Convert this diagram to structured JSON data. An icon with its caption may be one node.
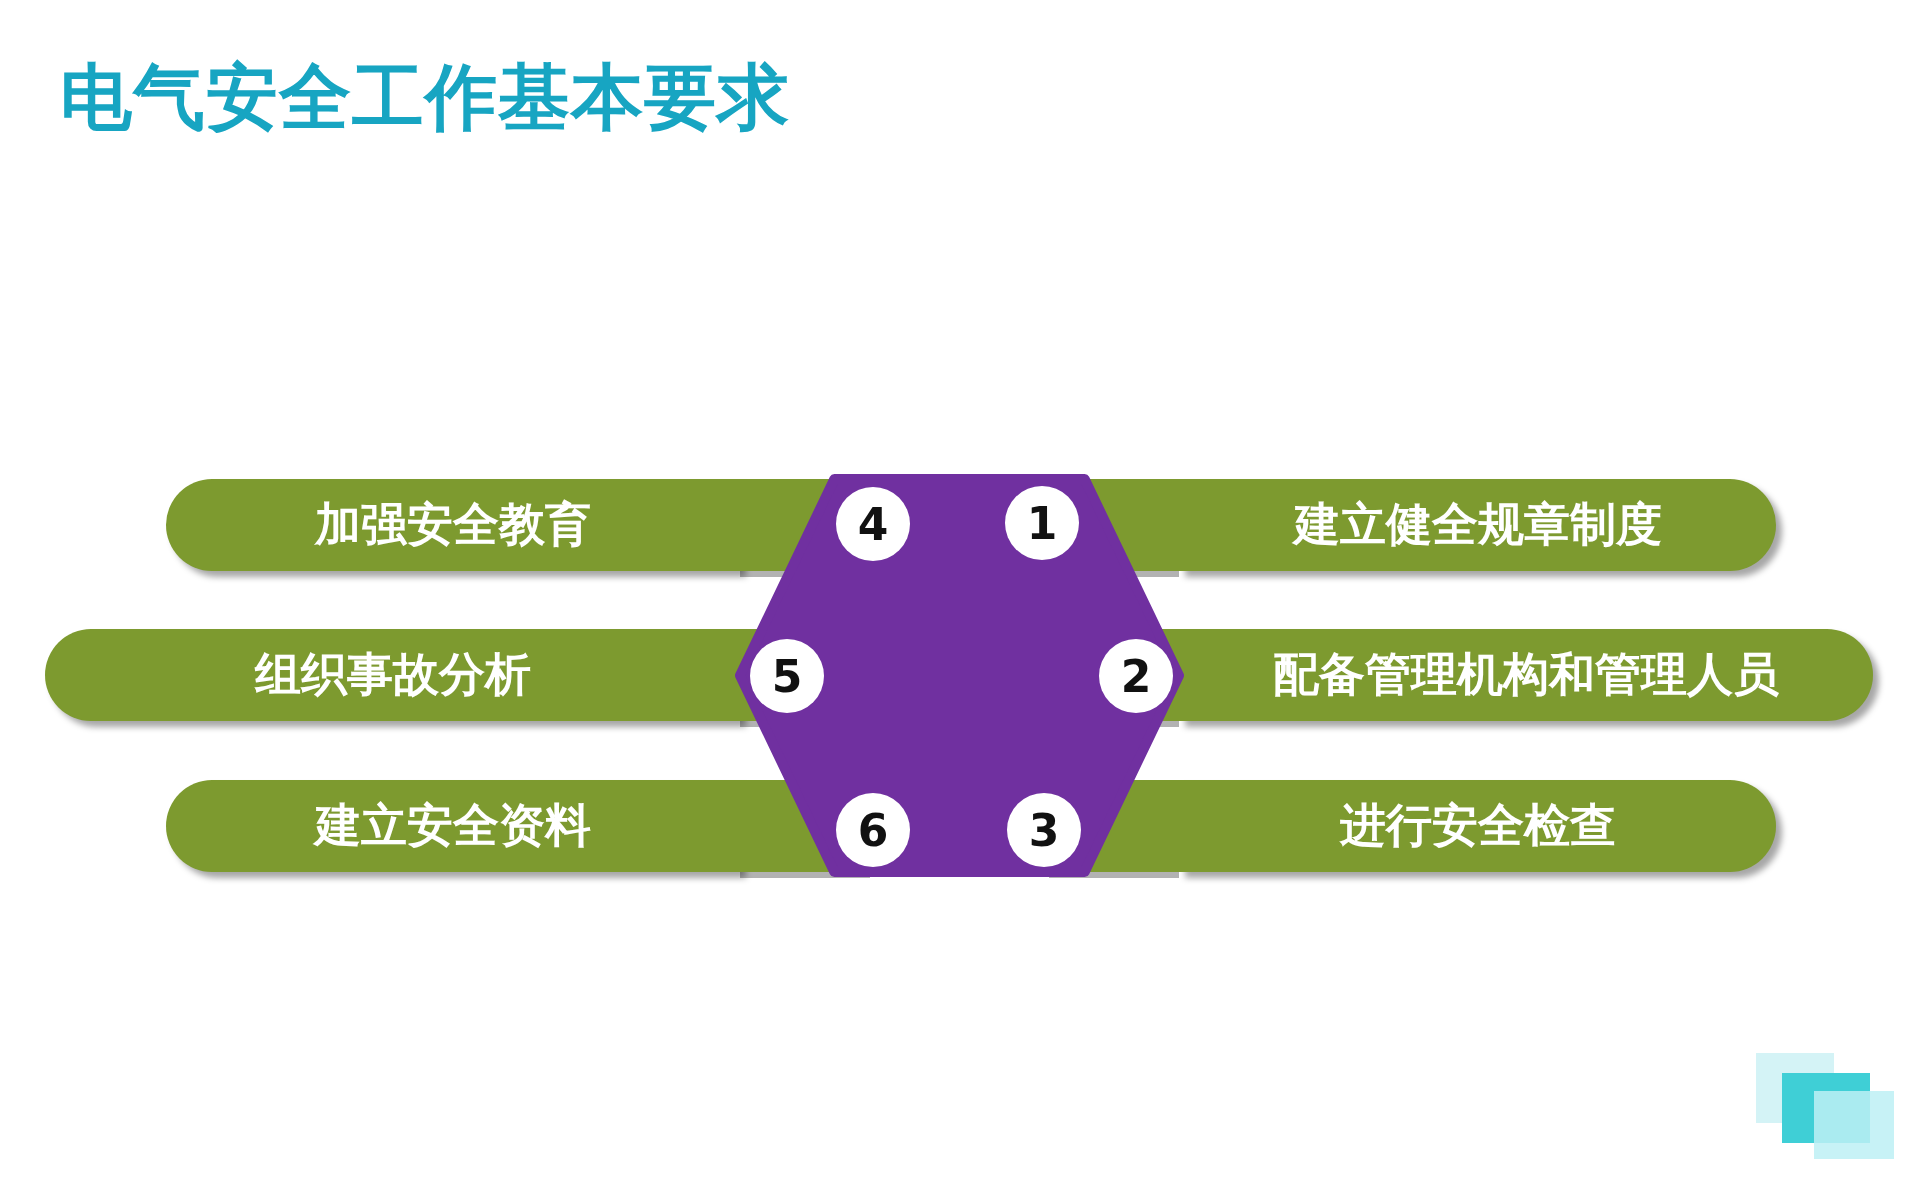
{
  "diagram": {
    "title": "电气安全工作基本要求",
    "nodes": [
      {
        "text": [
          "加强安全教育"
        ]
      },
      {
        "text": [
          "建立健全规章制度"
        ]
      },
      {
        "text": [
          "组织事故分析"
        ]
      },
      {
        "text": [
          "配备管理机构和管理人员"
        ]
      },
      {
        "text": [
          "建立安全资料"
        ]
      },
      {
        "text": [
          "进行安全检查"
        ]
      },
      {
        "text": [],
        "shape": "hexagon"
      },
      {
        "text": [
          "4"
        ],
        "in": 6
      },
      {
        "text": [
          "1"
        ],
        "in": 6
      },
      {
        "text": [
          "5"
        ],
        "in": 6
      },
      {
        "text": [
          "2"
        ],
        "in": 6
      },
      {
        "text": [
          "6"
        ],
        "in": 6
      },
      {
        "text": [
          "3"
        ],
        "in": 6
      }
    ]
  }
}
